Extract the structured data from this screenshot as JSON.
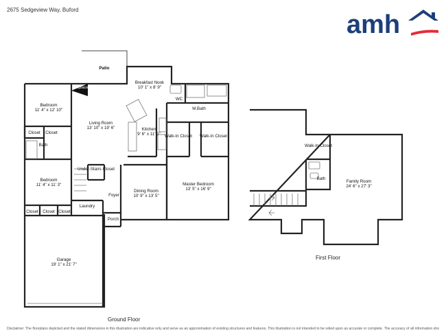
{
  "header": {
    "address": "2675 Sedgeview Way, Buford"
  },
  "logo": {
    "text": "amh",
    "brand_color": "#1c3f7a",
    "accent_color": "#e32b3a",
    "icon": "house-roof-icon"
  },
  "rooms": {
    "patio": "Patio",
    "fireplace": "Fireplace",
    "breakfast_nook": {
      "name": "Breakfast Nook",
      "dims": "10' 1\" x 8' 9\""
    },
    "bedroom1": {
      "name": "Bedroom",
      "dims": "11' 4\" x 12' 10\""
    },
    "living_room": {
      "name": "Living Room",
      "dims": "13' 10\" x 19' 6\""
    },
    "kitchen": {
      "name": "Kitchen",
      "dims": "9' 6\" x 11' 5\""
    },
    "wc": "WC",
    "m_bath": "M.Bath",
    "walkin1": "Walk-In Closet",
    "walkin2": "Walk-In Closet",
    "closet_a": "Closet",
    "closet_b": "Closet",
    "bath": "Bath",
    "under_stairs": "Under-Stairs Closet",
    "bedroom2": {
      "name": "Bedroom",
      "dims": "11' 4\" x 11' 3\""
    },
    "dining_room": {
      "name": "Dining Room",
      "dims": "10' 9\" x 13' 5\""
    },
    "master_bedroom": {
      "name": "Master Bedroom",
      "dims": "13' 5\" x 16' 9\""
    },
    "foyer": "Foyer",
    "laundry": "Laundry",
    "closet_c": "Closet",
    "closet_d": "Closet",
    "closet_e": "Closet",
    "porch": "Porch",
    "garage": {
      "name": "Garage",
      "dims": "19' 1\" x 21' 7\""
    },
    "walkin_first": "Walk-In Closet",
    "bath_first": "Bath",
    "family_room": {
      "name": "Family Room",
      "dims": "24' 6\" x 27' 3\""
    }
  },
  "captions": {
    "ground": "Ground Floor",
    "first": "First Floor"
  },
  "disclaimer": "Disclaimer: The floorplans depicted and the stated dimensions in this illustration are indicative only and serve as an approximation of existing structures and features. This illustration is not intended to be relied upon as accurate or complete. The accuracy of all information should be verified through independent inspection and/or with appropriate professionals."
}
